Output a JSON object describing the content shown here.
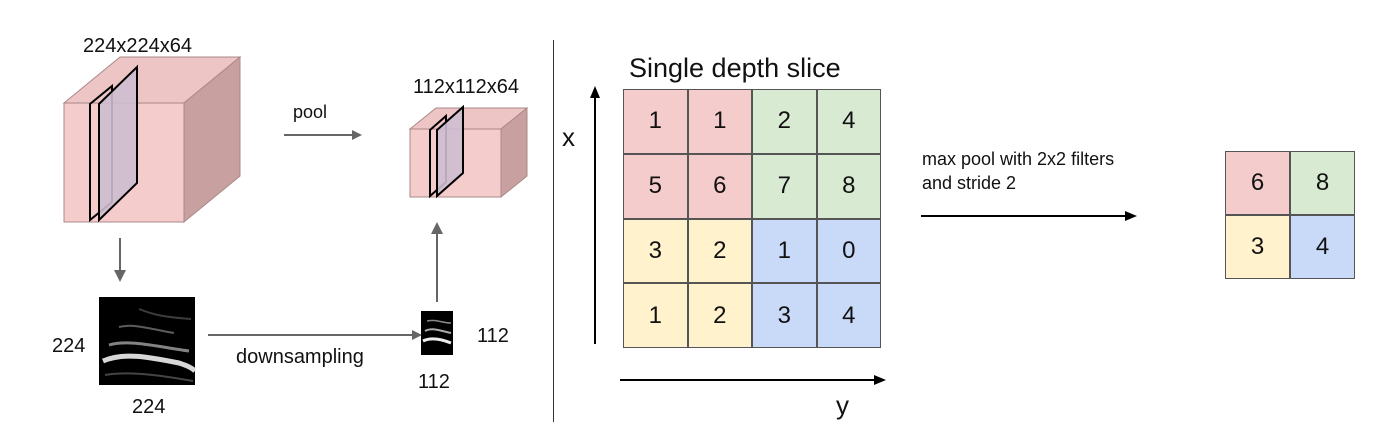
{
  "left": {
    "input_volume_label": "224x224x64",
    "pooled_volume_label": "112x112x64",
    "pool_arrow_label": "pool",
    "downsampling_label": "downsampling",
    "input_image_height_label": "224",
    "input_image_width_label": "224",
    "output_image_height_label": "112",
    "output_image_width_label": "112"
  },
  "right": {
    "slice_title": "Single depth slice",
    "axis_x_label": "x",
    "axis_y_label": "y",
    "grid_values": [
      [
        "1",
        "1",
        "2",
        "4"
      ],
      [
        "5",
        "6",
        "7",
        "8"
      ],
      [
        "3",
        "2",
        "1",
        "0"
      ],
      [
        "1",
        "2",
        "3",
        "4"
      ]
    ],
    "operation_label_line1": "max pool with 2x2 filters",
    "operation_label_line2": "and stride 2",
    "result_values": [
      [
        "6",
        "8"
      ],
      [
        "3",
        "4"
      ]
    ]
  },
  "colors": {
    "red_region": "#f4cccc",
    "green_region": "#d9ead3",
    "yellow_region": "#fff2cc",
    "blue_region": "#c9daf8",
    "cube_front": "#f4cccc",
    "cube_side": "#c79a9a",
    "cube_top": "#ecc3c3"
  }
}
